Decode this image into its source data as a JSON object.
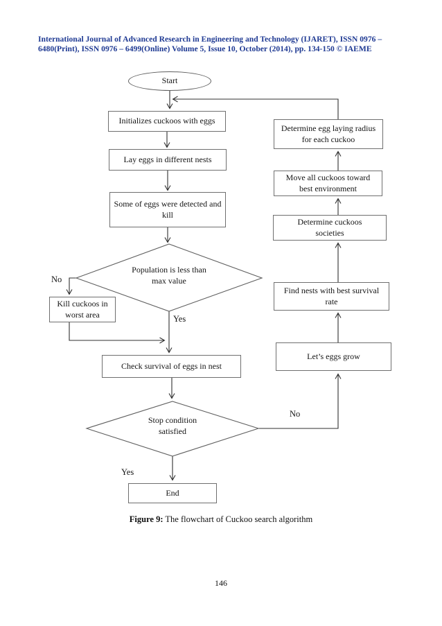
{
  "header": {
    "line1": "International Journal of Advanced Research in Engineering and Technology (IJARET), ISSN 0976 –",
    "line2": "6480(Print), ISSN 0976 – 6499(Online) Volume 5, Issue 10, October (2014), pp. 134-150 © IAEME"
  },
  "flowchart": {
    "nodes": {
      "start": "Start",
      "initialize": "Initializes cuckoos with eggs",
      "lay_eggs": "Lay eggs in different nests",
      "eggs_detected": "Some of eggs were detected and kill",
      "population_check": "Population is less than max value",
      "kill_worst": "Kill cuckoos in worst area",
      "check_survival": "Check survival of eggs in nest",
      "stop_check": "Stop condition satisfied",
      "end": "End",
      "egg_radius": "Determine egg laying radius for each cuckoo",
      "move_cuckoos": "Move all cuckoos toward best environment",
      "societies": "Determine cuckoos societies",
      "find_nests": "Find nests with best survival rate",
      "eggs_grow": "Let’s eggs grow"
    },
    "branch_labels": {
      "population_no": "No",
      "population_yes": "Yes",
      "stop_no": "No",
      "stop_yes": "Yes"
    }
  },
  "caption": {
    "label": "Figure 9:",
    "text": " The flowchart of Cuckoo search algorithm"
  },
  "page_number": "146",
  "colors": {
    "header_text": "#1f3a93",
    "flow_line": "#2f2f2f",
    "box_border": "#6e6e6e"
  }
}
